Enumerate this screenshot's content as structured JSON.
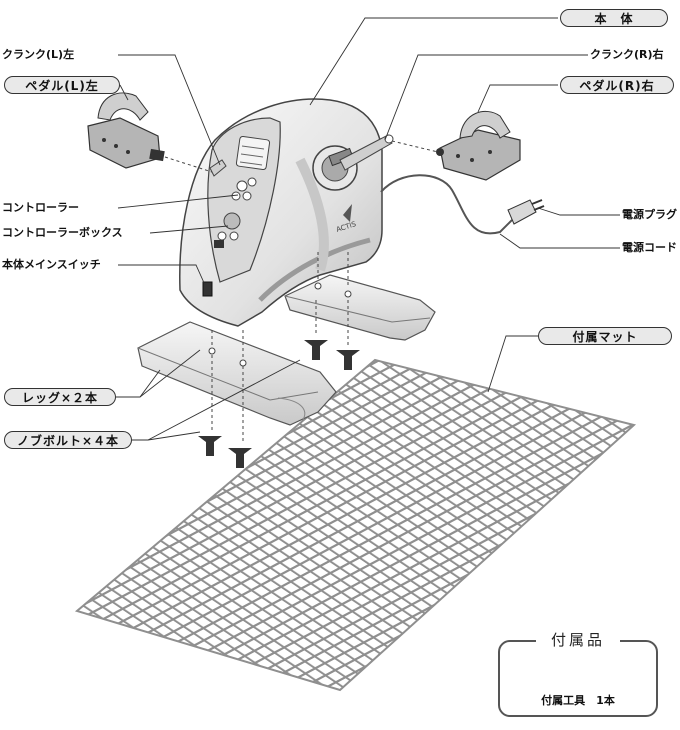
{
  "labels": {
    "body": "本　体",
    "crank_left": "クランク(L)左",
    "pedal_left": "ペダル(L)左",
    "crank_right": "クランク(R)右",
    "pedal_right": "ペダル(R)右",
    "controller": "コントローラー",
    "controller_box": "コントローラーボックス",
    "main_switch": "本体メインスイッチ",
    "power_plug": "電源プラグ",
    "power_cord": "電源コード",
    "mat": "付属マット",
    "legs": "レッグ×２本",
    "knob_bolts": "ノブボルト×４本"
  },
  "accessories": {
    "title": "付属品",
    "item": "付属工具　1本"
  },
  "brand": "ACTIS",
  "colors": {
    "body_light": "#f2f2f2",
    "body_mid": "#c8c8c8",
    "body_dark": "#8a8a8a",
    "mat": "#9a9a9a",
    "line": "#333333"
  },
  "icons": [
    "wrench-icon"
  ]
}
